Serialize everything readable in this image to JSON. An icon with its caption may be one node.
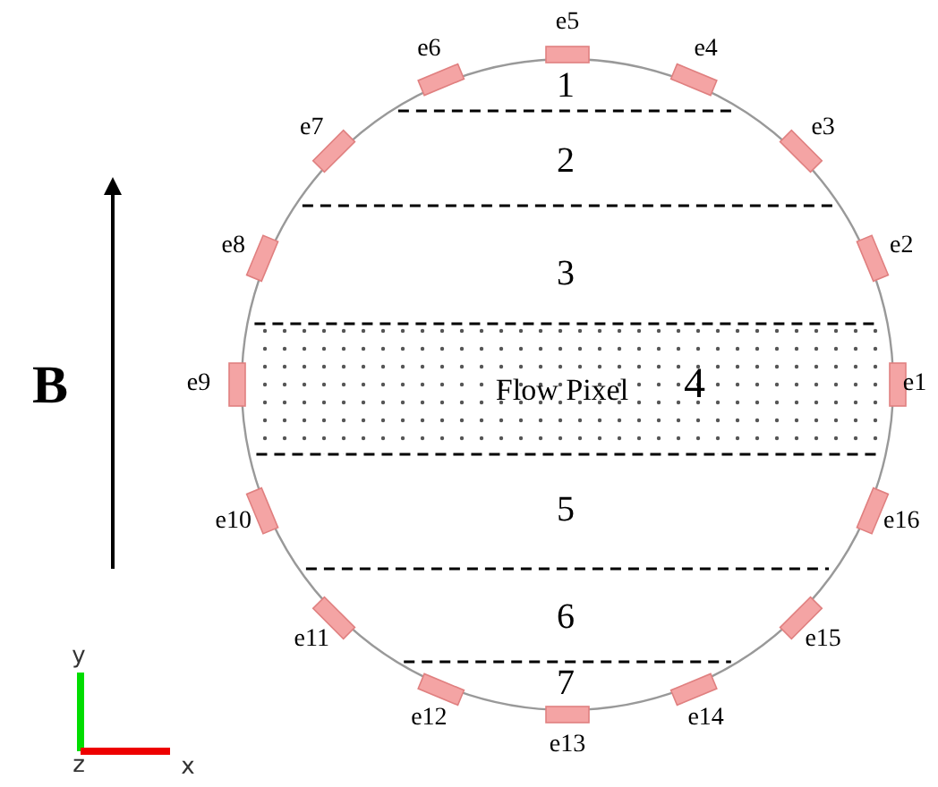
{
  "diagram": {
    "labels": [
      "e1",
      "e2",
      "e3",
      "e4",
      "e5",
      "e6",
      "e7",
      "e8",
      "e9",
      "e10",
      "e11",
      "e12",
      "e13",
      "e14",
      "e15",
      "e16",
      "1",
      "2",
      "3",
      "4",
      "5",
      "6",
      "7",
      "Flow Pixel",
      "B",
      "y",
      "z",
      "x"
    ]
  }
}
